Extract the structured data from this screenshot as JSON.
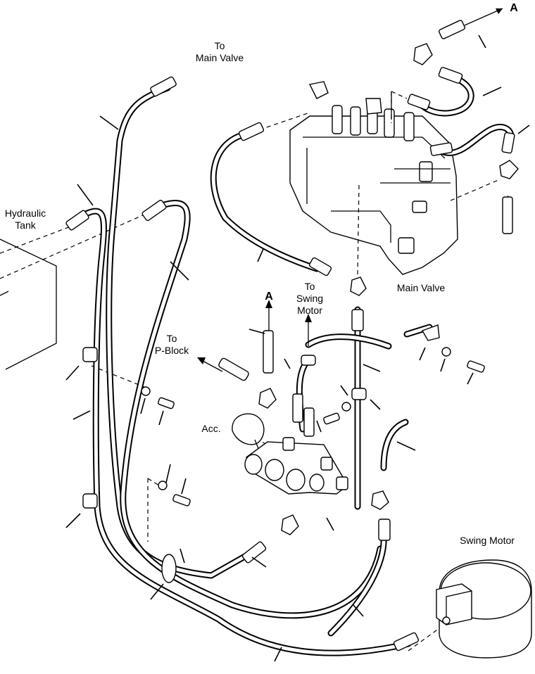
{
  "diagram": {
    "callouts": {
      "to_main_valve_line1": "To",
      "to_main_valve_line2": "Main Valve",
      "hydraulic_tank_line1": "Hydraulic",
      "hydraulic_tank_line2": "Tank",
      "main_valve": "Main Valve",
      "to_swing_motor_line1": "To",
      "to_swing_motor_line2": "Swing",
      "to_swing_motor_line3": "Motor",
      "to_p_block_line1": "To",
      "to_p_block_line2": "P-Block",
      "accumulator": "Acc.",
      "swing_motor": "Swing Motor",
      "connection_a_top": "A",
      "connection_a_mid": "A"
    }
  }
}
